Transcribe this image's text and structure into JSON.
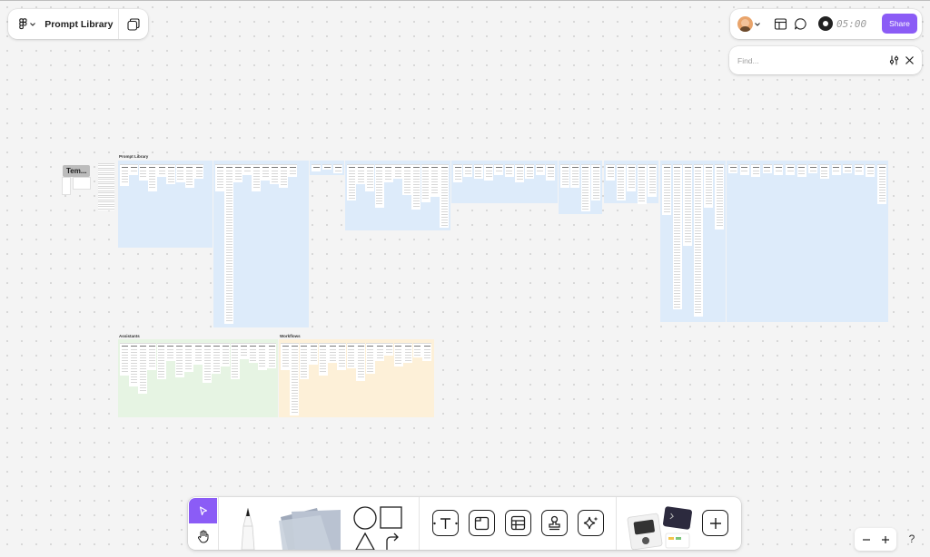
{
  "header": {
    "file_title": "Prompt Library"
  },
  "topbar": {
    "timer": "05:00",
    "share_label": "Share"
  },
  "find": {
    "placeholder": "Find..."
  },
  "canvas": {
    "sticky_label": "Tem...",
    "sections": [
      {
        "title": "Prompt Library",
        "color": "#ddebfa"
      },
      {
        "title": "Assistants",
        "color": "#e6f4e3"
      },
      {
        "title": "Workflows",
        "color": "#fdf0d8"
      }
    ]
  },
  "toolbar": {
    "tools": [
      "select",
      "hand",
      "pen",
      "sticky-notes",
      "shapes",
      "connector",
      "text",
      "section",
      "table",
      "stamp",
      "ai-actions",
      "widgets",
      "more"
    ]
  },
  "zoom": {
    "minus": "−",
    "plus": "+",
    "help": "?"
  },
  "colors": {
    "accent": "#8b5cf6",
    "frame_blue": "#ddebfa",
    "frame_green": "#e6f4e3",
    "frame_yellow": "#fdf0d8"
  }
}
